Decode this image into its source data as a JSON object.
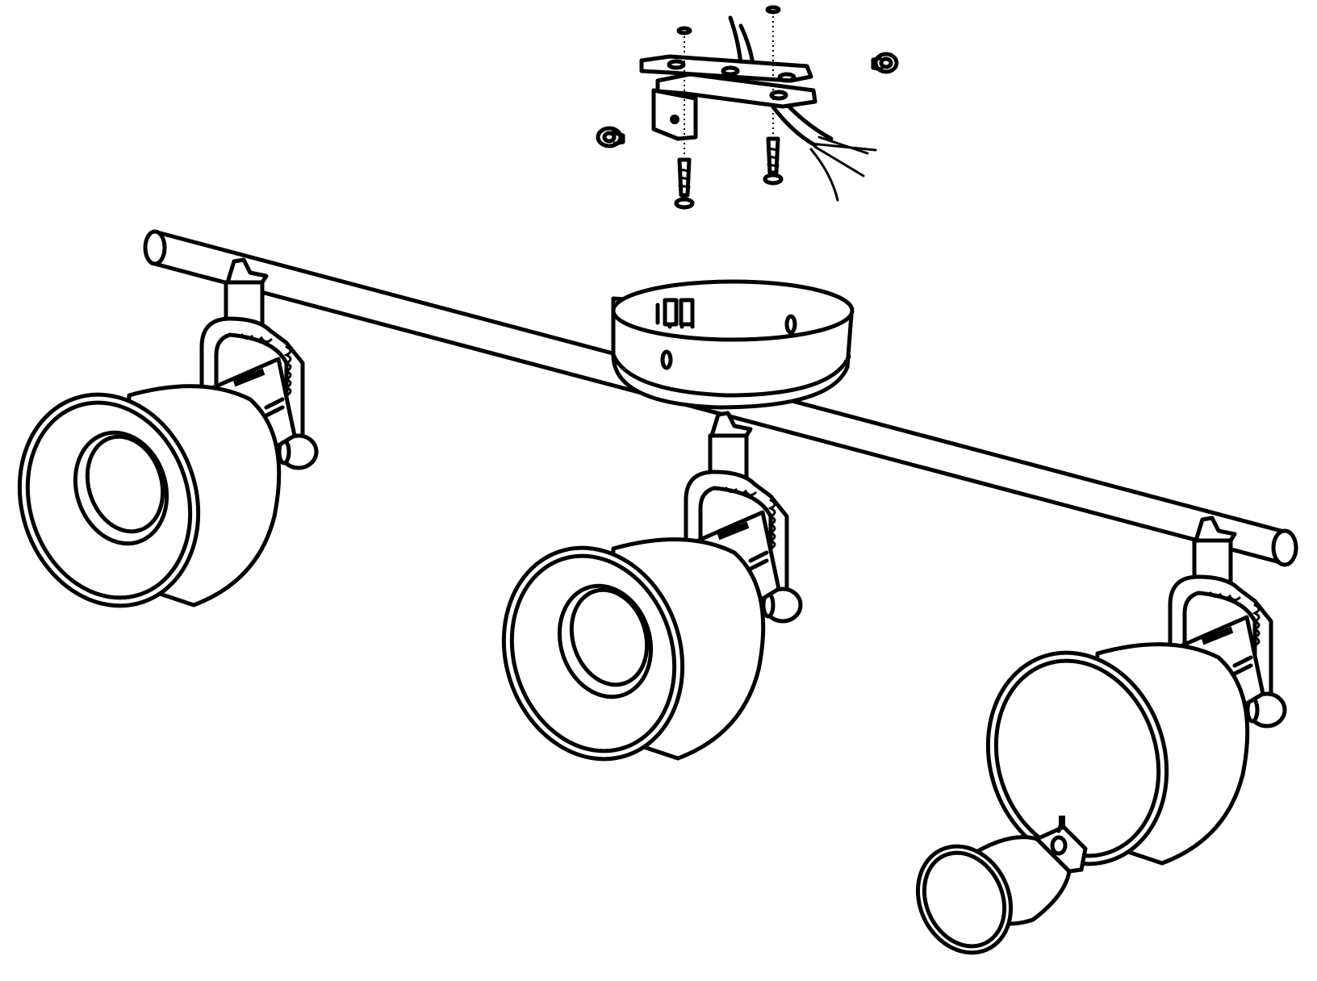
{
  "diagram": {
    "parts": [
      {
        "name": "mounting-bracket",
        "icon": "bracket-icon"
      },
      {
        "name": "screw",
        "icon": "screw-icon",
        "count": 4
      },
      {
        "name": "wall-plug",
        "icon": "plug-icon",
        "count": 2
      },
      {
        "name": "supply-cable",
        "icon": "cable-icon"
      },
      {
        "name": "canopy",
        "icon": "canopy-icon"
      },
      {
        "name": "bar",
        "icon": "bar-icon"
      },
      {
        "name": "spotlight",
        "icon": "spotlight-icon",
        "count": 3
      },
      {
        "name": "bulb",
        "icon": "bulb-icon"
      }
    ],
    "stroke_color": "#000000",
    "background_color": "#ffffff"
  }
}
